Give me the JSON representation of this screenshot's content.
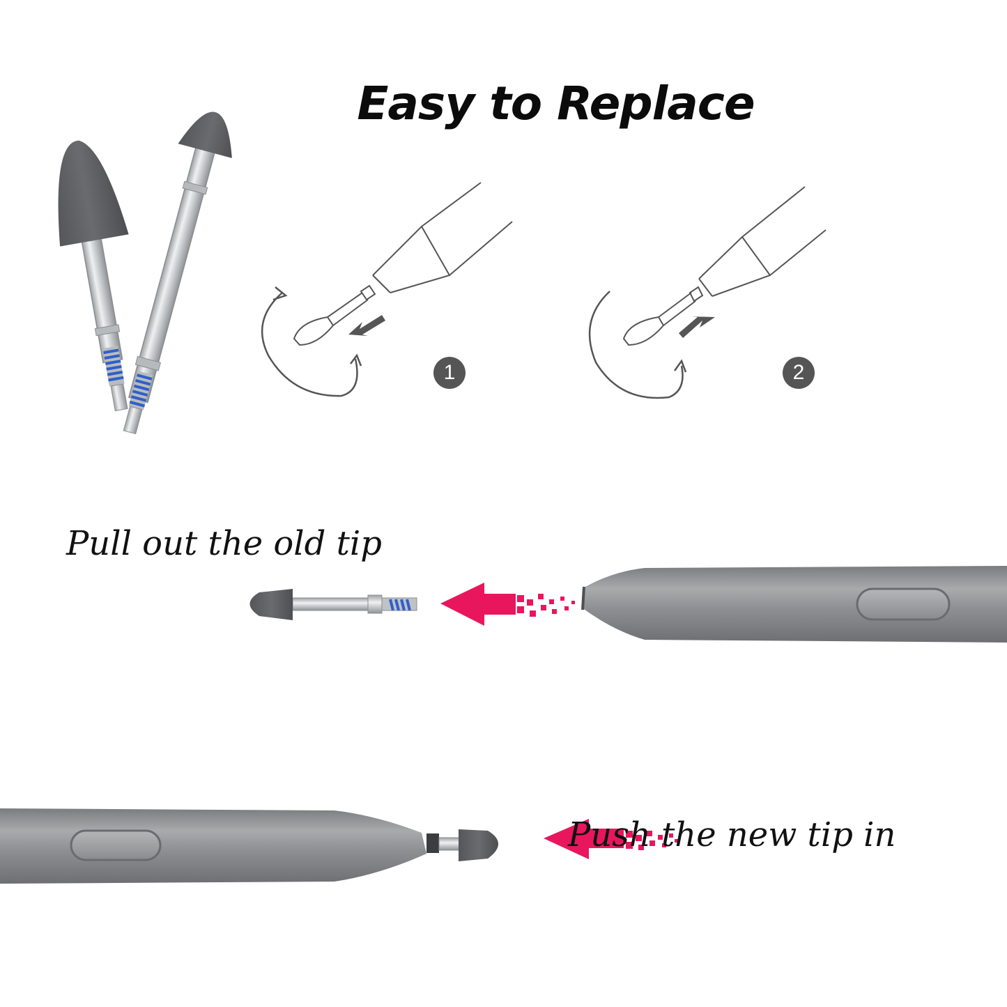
{
  "title": "Easy to Replace",
  "steps": [
    {
      "number": "1"
    },
    {
      "number": "2"
    }
  ],
  "captions": {
    "pull": "Pull out the old tip",
    "push": "Push the new tip in"
  },
  "colors": {
    "tip": "#5f6062",
    "metal": "#c9cbcd",
    "thread_blue": "#2f5fc9",
    "pen_body": "#8e8f91",
    "arrow": "#e8175d",
    "line_art": "#555555"
  },
  "icons": [
    "spare-tips-photo",
    "remove-tip-diagram",
    "insert-tip-diagram",
    "pink-left-arrow-icon",
    "stylus-pen"
  ]
}
